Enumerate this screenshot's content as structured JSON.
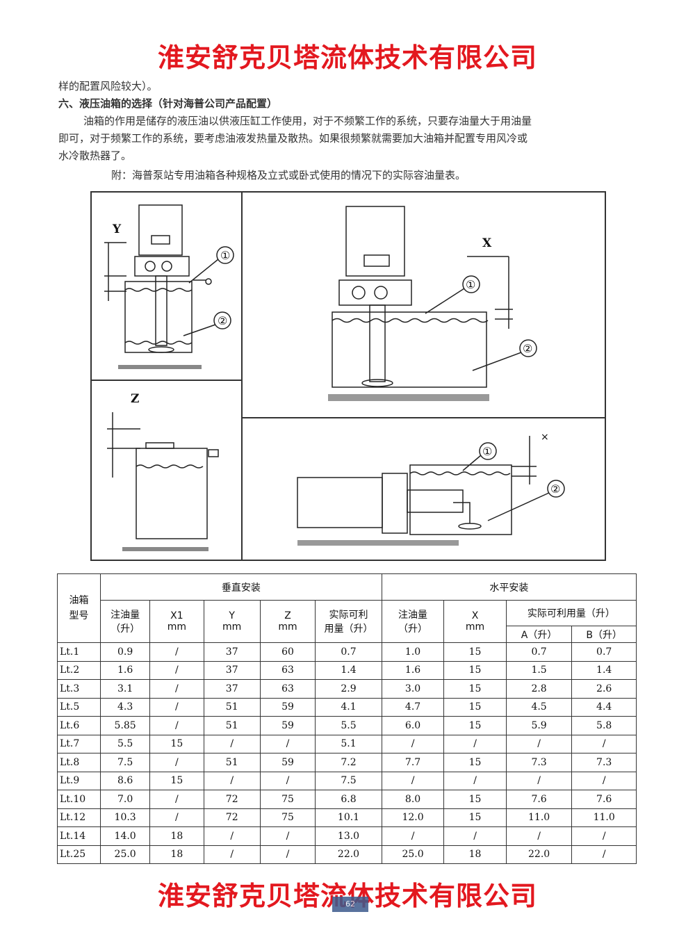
{
  "header": {
    "title": "淮安舒克贝塔流体技术有限公司"
  },
  "footer": {
    "title": "淮安舒克贝塔流体技术有限公司",
    "page_number": "62"
  },
  "text": {
    "line0": "样的配置风险较大）。",
    "section_heading": "六、液压油箱的选择（针对海普公司产品配置）",
    "para1_line1": "油箱的作用是储存的液压油以供液压缸工作使用，对于不频繁工作的系统，只要存油量大于用油量",
    "para1_line2": "即可，对于频繁工作的系统，要考虑油液发热量及散热。如果很频繁就需要加大油箱并配置专用风冷或",
    "para1_line3": "水冷散热器了。",
    "note": "附：海普泵站专用油箱各种规格及立式或卧式使用的情况下的实际容油量表。"
  },
  "figure": {
    "label_y": "Y",
    "label_x": "X",
    "label_z": "Z",
    "label_x_small": "×",
    "marker1": "①",
    "marker2": "②"
  },
  "table": {
    "col_model": "油箱型号",
    "group_vertical": "垂直安装",
    "group_horizontal": "水平安装",
    "v_fill": [
      "注油量",
      "（升）"
    ],
    "v_x1": [
      "X1",
      "mm"
    ],
    "v_y": [
      "Y",
      "mm"
    ],
    "v_z": [
      "Z",
      "mm"
    ],
    "v_usable": [
      "实际可利",
      "用量（升）"
    ],
    "h_fill": [
      "注油量",
      "（升）"
    ],
    "h_x": [
      "X",
      "mm"
    ],
    "h_usable": "实际可利用量（升）",
    "h_a": "A（升）",
    "h_b": "B（升）",
    "rows": [
      [
        "Lt.1",
        "0.9",
        "/",
        "37",
        "60",
        "0.7",
        "1.0",
        "15",
        "0.7",
        "0.7"
      ],
      [
        "Lt.2",
        "1.6",
        "/",
        "37",
        "63",
        "1.4",
        "1.6",
        "15",
        "1.5",
        "1.4"
      ],
      [
        "Lt.3",
        "3.1",
        "/",
        "37",
        "63",
        "2.9",
        "3.0",
        "15",
        "2.8",
        "2.6"
      ],
      [
        "Lt.5",
        "4.3",
        "/",
        "51",
        "59",
        "4.1",
        "4.7",
        "15",
        "4.5",
        "4.4"
      ],
      [
        "Lt.6",
        "5.85",
        "/",
        "51",
        "59",
        "5.5",
        "6.0",
        "15",
        "5.9",
        "5.8"
      ],
      [
        "Lt.7",
        "5.5",
        "15",
        "/",
        "/",
        "5.1",
        "/",
        "/",
        "/",
        "/"
      ],
      [
        "Lt.8",
        "7.5",
        "/",
        "51",
        "59",
        "7.2",
        "7.7",
        "15",
        "7.3",
        "7.3"
      ],
      [
        "Lt.9",
        "8.6",
        "15",
        "/",
        "/",
        "7.5",
        "/",
        "/",
        "/",
        "/"
      ],
      [
        "Lt.10",
        "7.0",
        "/",
        "72",
        "75",
        "6.8",
        "8.0",
        "15",
        "7.6",
        "7.6"
      ],
      [
        "Lt.12",
        "10.3",
        "/",
        "72",
        "75",
        "10.1",
        "12.0",
        "15",
        "11.0",
        "11.0"
      ],
      [
        "Lt.14",
        "14.0",
        "18",
        "/",
        "/",
        "13.0",
        "/",
        "/",
        "/",
        "/"
      ],
      [
        "Lt.25",
        "25.0",
        "18",
        "/",
        "/",
        "22.0",
        "25.0",
        "18",
        "22.0",
        "/"
      ]
    ]
  }
}
